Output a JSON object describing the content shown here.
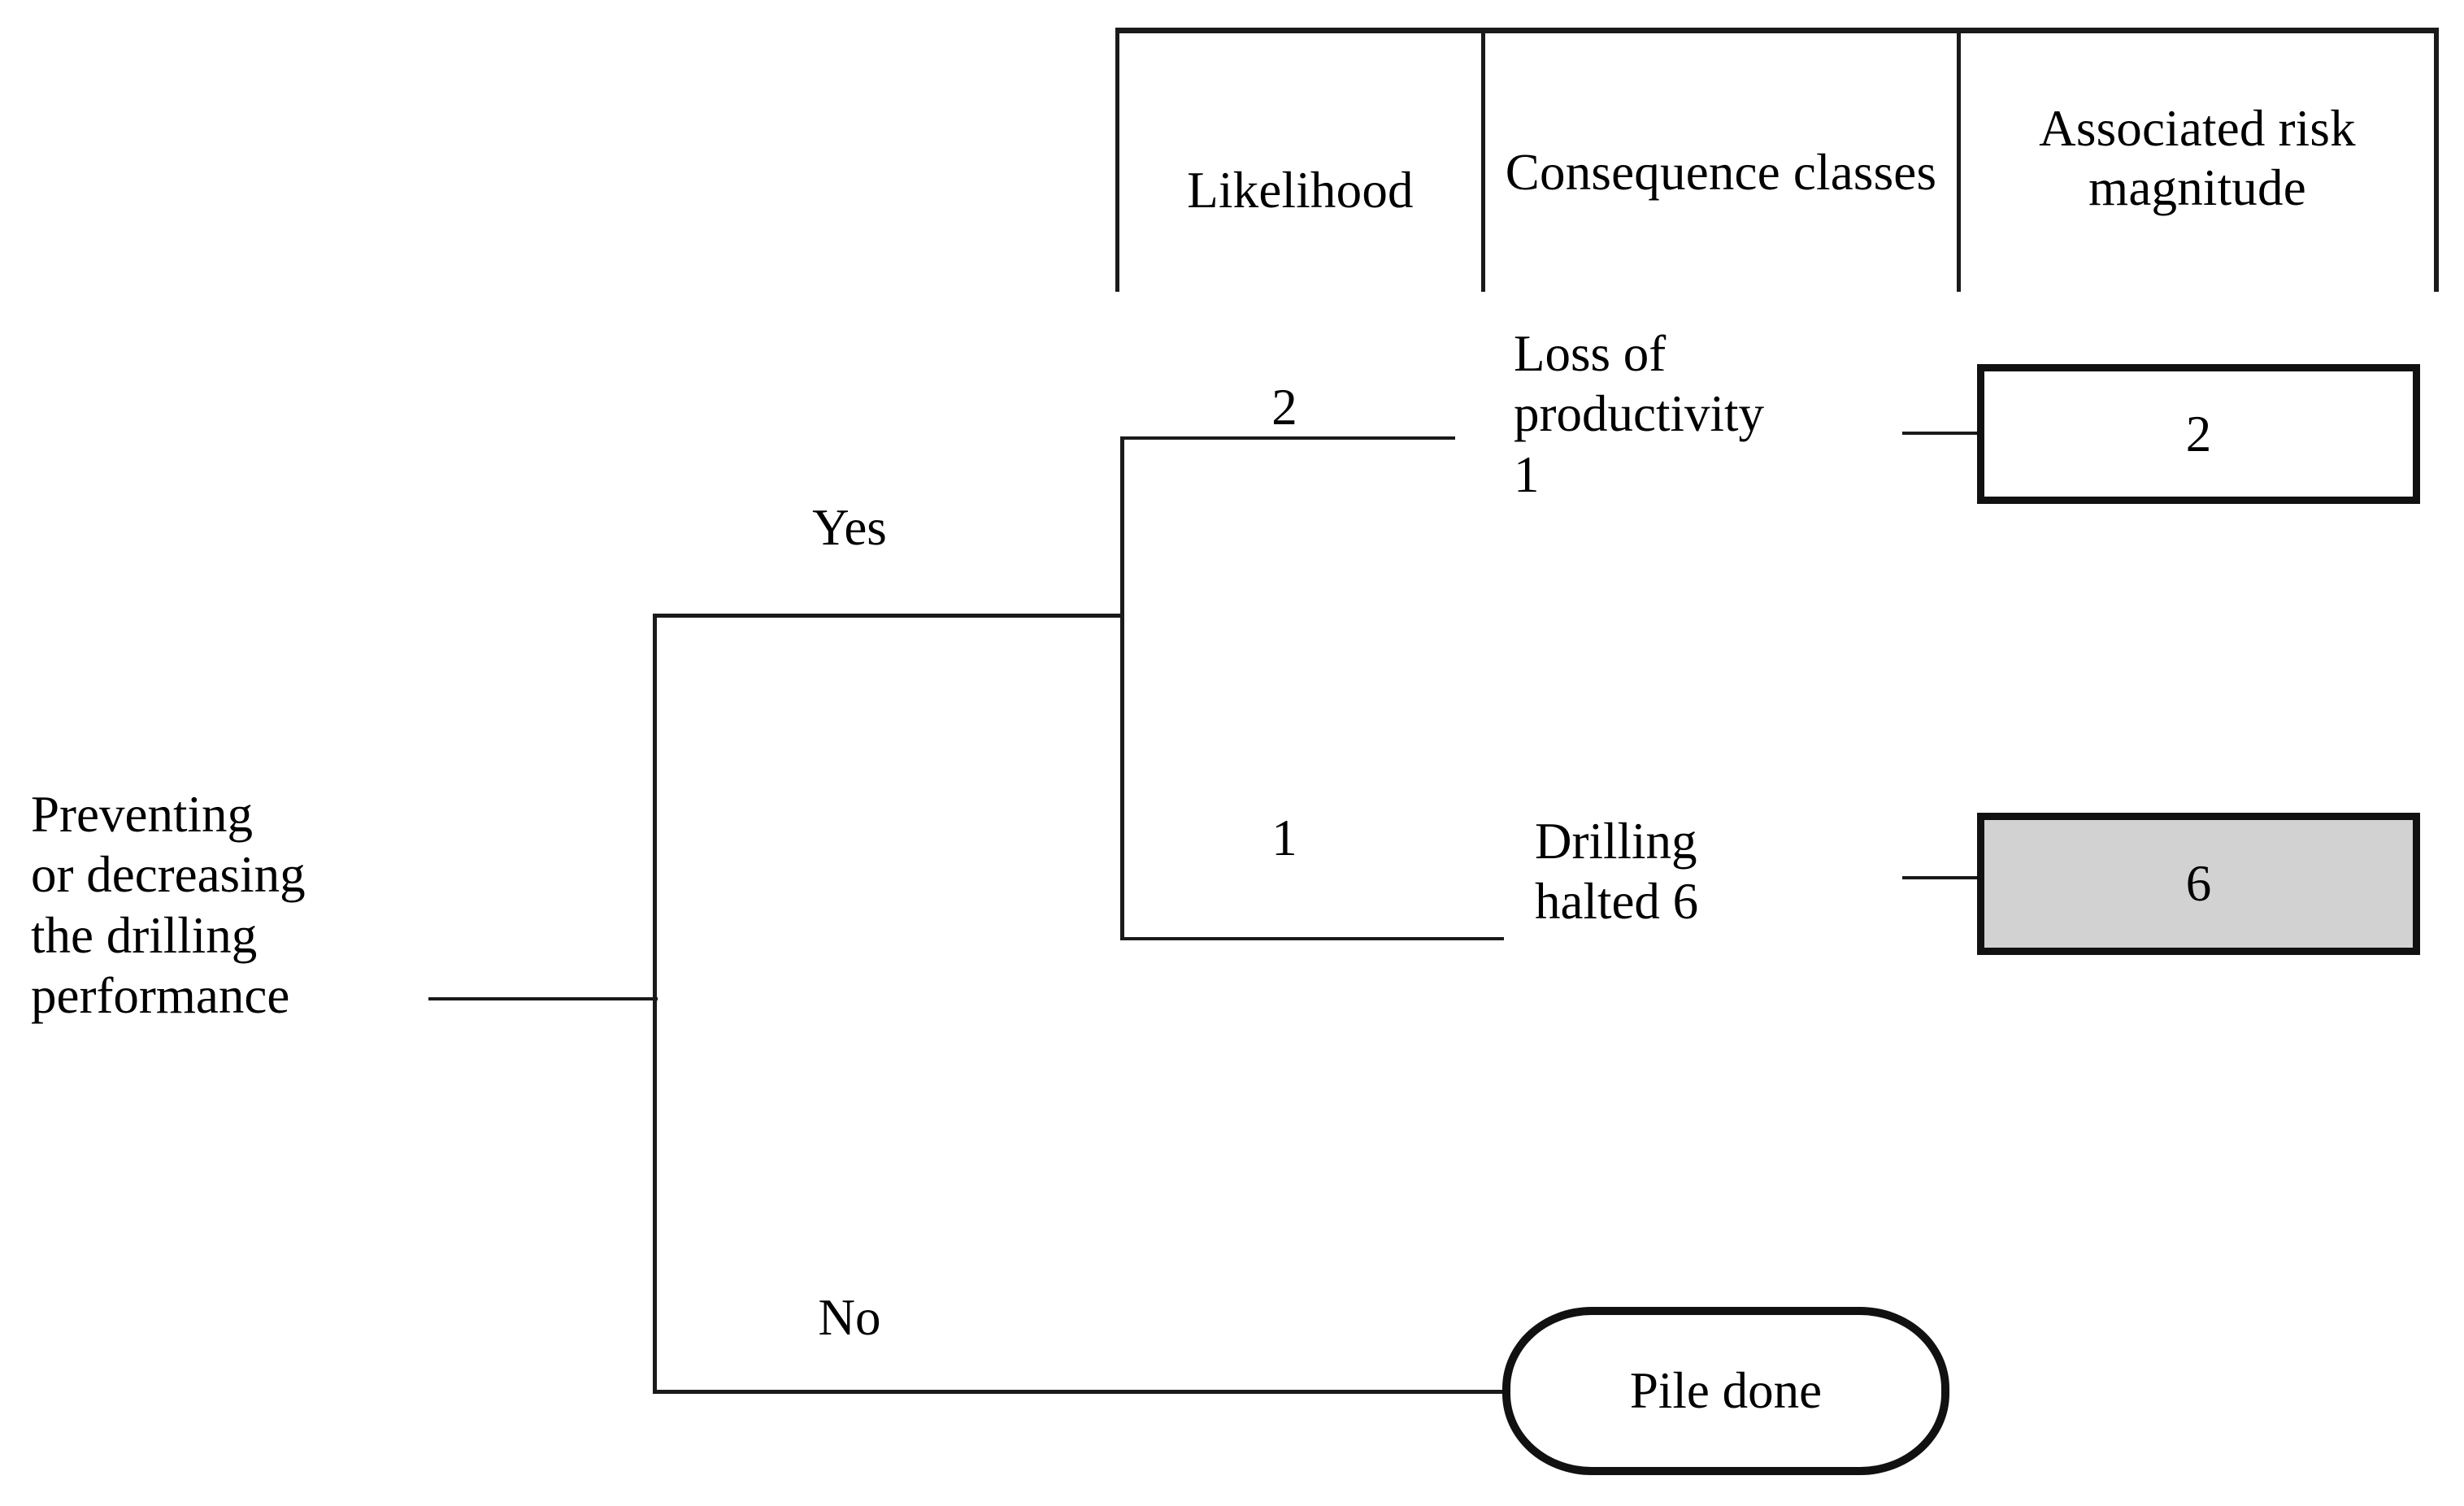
{
  "figure": {
    "type": "decision-tree",
    "background_color": "#ffffff",
    "line_color": "#1a1a1a"
  },
  "header": {
    "columns": [
      {
        "key": "likelihood",
        "label": "Likelihood"
      },
      {
        "key": "consequence",
        "label": "Consequence\nclasses"
      },
      {
        "key": "risk",
        "label": "Associated\nrisk\nmagnitude"
      }
    ]
  },
  "tree": {
    "root": {
      "label": "Preventing\nor decreasing\nthe drilling\nperformance"
    },
    "branches": [
      {
        "key": "yes",
        "label": "Yes"
      },
      {
        "key": "no",
        "label": "No"
      }
    ],
    "outcomes": [
      {
        "key": "loss-of-productivity",
        "likelihood": "2",
        "consequence": "Loss of\nproductivity\n1",
        "risk_magnitude": "2",
        "risk_fill": "#ffffff"
      },
      {
        "key": "drilling-halted",
        "likelihood": "1",
        "consequence": "Drilling\nhalted 6",
        "risk_magnitude": "6",
        "risk_fill": "#d2d2d2"
      }
    ],
    "terminal": {
      "label": "Pile done"
    }
  }
}
